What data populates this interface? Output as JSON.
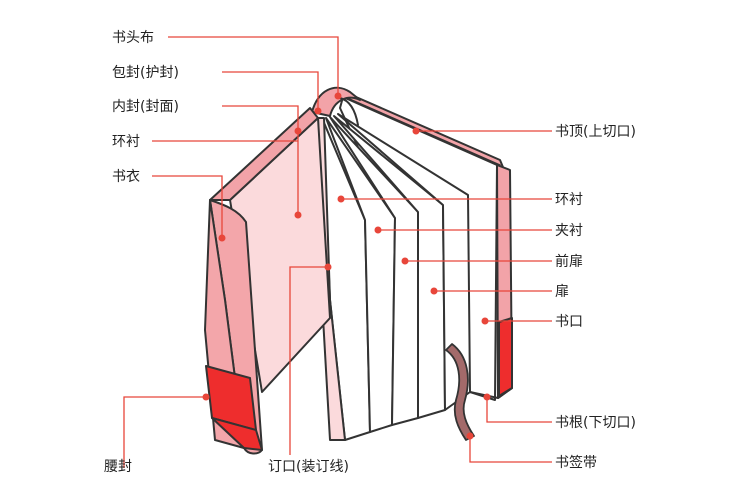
{
  "labels": {
    "headband": "书头布",
    "book_jacket": "包封(护封)",
    "inner_cover": "内封(封面)",
    "endpaper_left": "环衬",
    "book_cloth": "书衣",
    "top_edge": "书顶(上切口)",
    "endpaper_right": "环衬",
    "interleaf": "夹衬",
    "frontispiece": "前扉",
    "title_page": "扉",
    "fore_edge": "书口",
    "bottom_edge": "书根(下切口)",
    "ribbon_marker": "书签带",
    "belly_band": "腰封",
    "gutter": "订口(装订线)"
  },
  "colors": {
    "accent": "#e8463a",
    "jacket_fill": "#f3a6aa",
    "cover_fill": "#fbdadc",
    "spine_fill": "#f2a3a8",
    "band_fill": "#ee2d2d",
    "ink": "#333333"
  }
}
